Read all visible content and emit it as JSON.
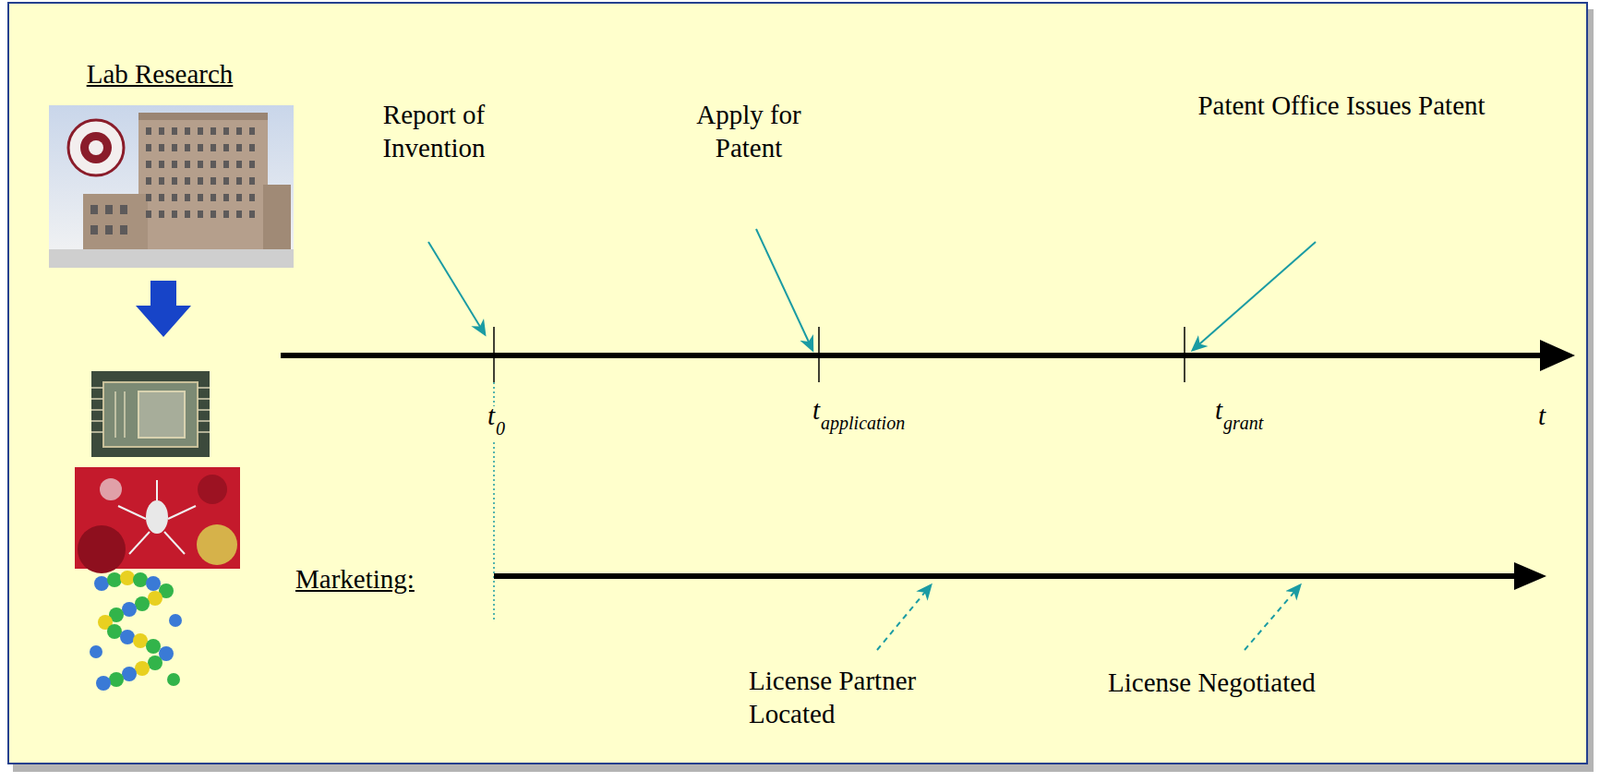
{
  "diagram": {
    "labels": [
      "Lab Research",
      "Report of Invention",
      "Apply for Patent",
      "Patent Office Issues Patent",
      "t0",
      "tapplication",
      "tgrant",
      "t",
      "Marketing:",
      "License Partner Located",
      "License Negotiated"
    ]
  }
}
